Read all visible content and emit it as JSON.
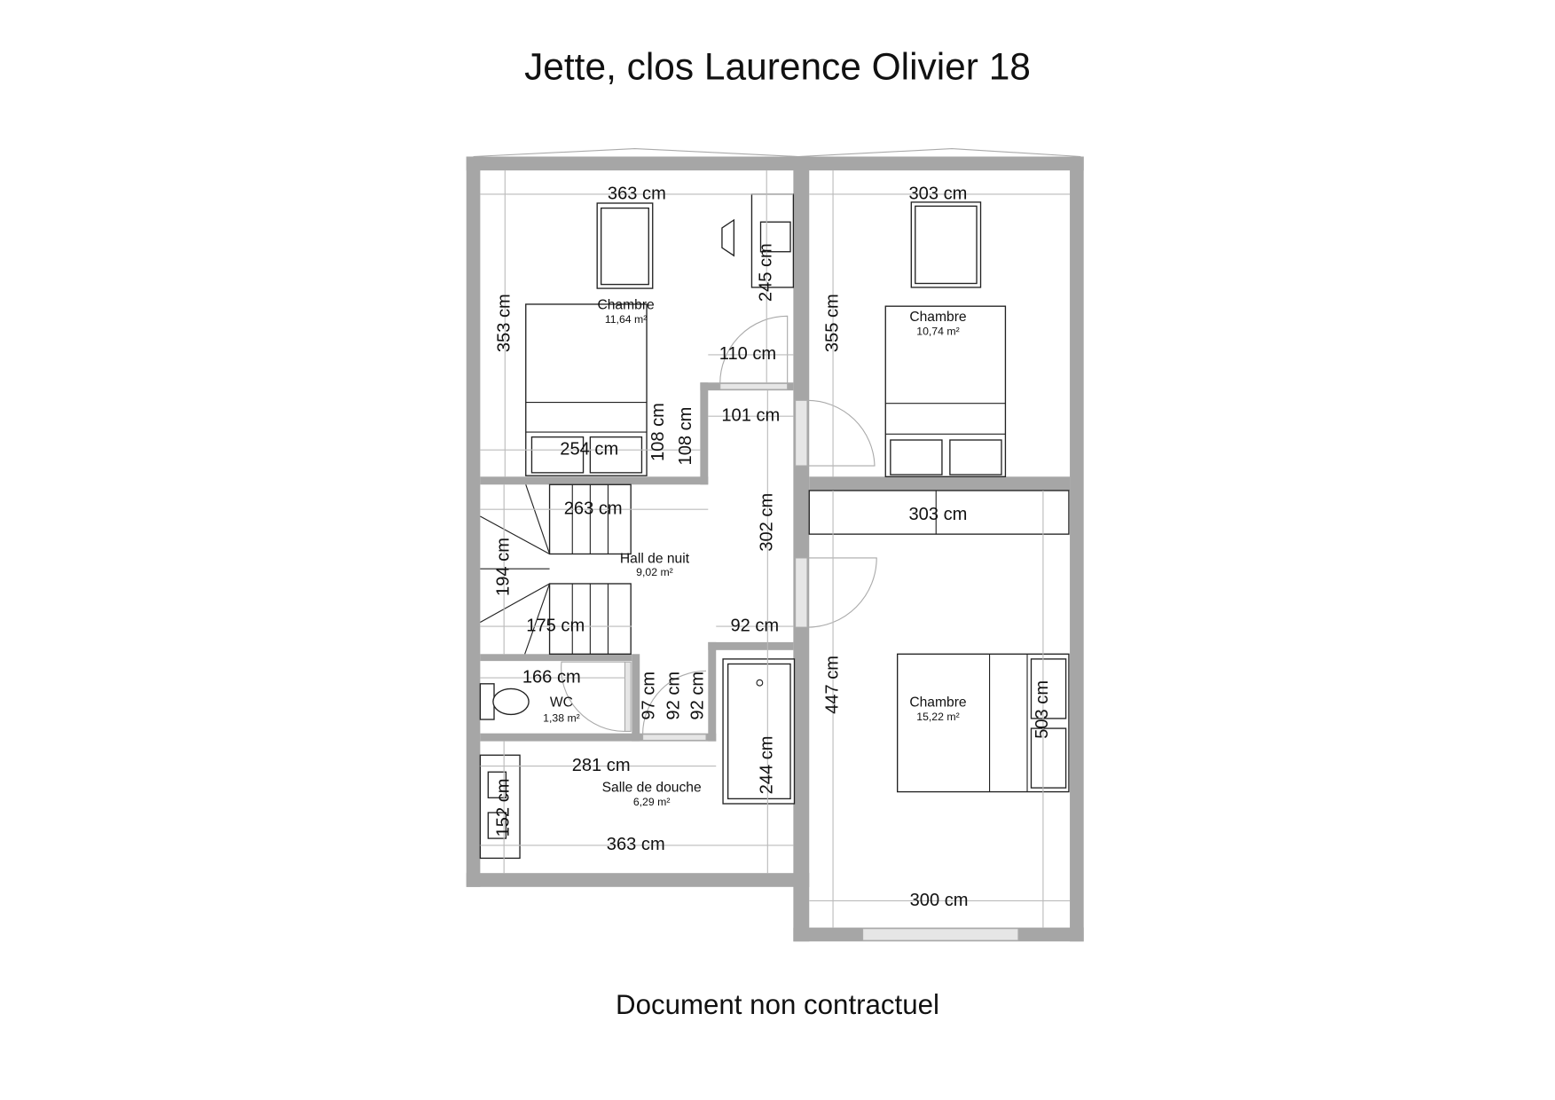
{
  "title": "Jette, clos Laurence Olivier 18",
  "footer": "Document non contractuel",
  "colors": {
    "wall": "#a6a6a6",
    "line": "#222222",
    "dimension": "#bbbbbb"
  },
  "rooms": [
    {
      "name": "Chambre",
      "area": "11,64 m²"
    },
    {
      "name": "Chambre",
      "area": "10,74 m²"
    },
    {
      "name": "Hall de nuit",
      "area": "9,02 m²"
    },
    {
      "name": "WC",
      "area": "1,38 m²"
    },
    {
      "name": "Salle de douche",
      "area": "6,29 m²"
    },
    {
      "name": "Chambre",
      "area": "15,22 m²"
    }
  ],
  "dimensions": [
    "363 cm",
    "303 cm",
    "353 cm",
    "245 cm",
    "355 cm",
    "110 cm",
    "101 cm",
    "108 cm",
    "108 cm",
    "254 cm",
    "263 cm",
    "303 cm",
    "302 cm",
    "194 cm",
    "175 cm",
    "92 cm",
    "447 cm",
    "166 cm",
    "97 cm",
    "92 cm",
    "92 cm",
    "503 cm",
    "281 cm",
    "244 cm",
    "152 cm",
    "363 cm",
    "300 cm"
  ]
}
